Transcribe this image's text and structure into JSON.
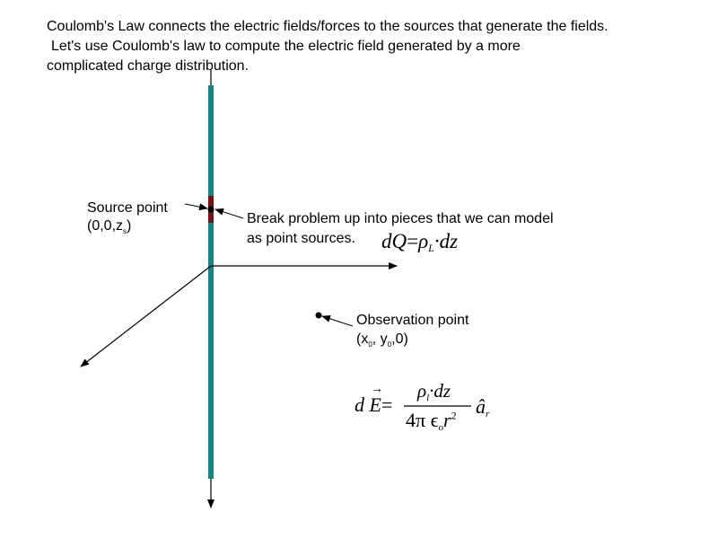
{
  "intro": {
    "line1": "Coulomb's Law connects the electric  fields/forces to the sources that generate the fields.",
    "line2": "Let's use Coulomb's law to compute the electric field generated by a more",
    "line3": "complicated charge distribution."
  },
  "source": {
    "label": "Source point",
    "coord_prefix": "(0,0,z",
    "coord_sub": "s",
    "coord_suffix": ")"
  },
  "break": {
    "line1": "Break problem up into pieces that we can model",
    "line2": "as point sources."
  },
  "dq_formula": {
    "lhs": "dQ",
    "eq": "=",
    "rho": "ρ",
    "rho_sub": "L",
    "rhs": "·dz"
  },
  "observation": {
    "label": "Observation point",
    "x": "(x",
    "x_sub": "0",
    "y": ", y",
    "y_sub": "0",
    "rest": ",0)"
  },
  "de_formula": {
    "lhs": "d E",
    "arrow": "→",
    "eq": "=",
    "num": "ρ",
    "num_sub": "l",
    "num_rest": "·dz",
    "den": "4π ϵ",
    "den_sub": "o",
    "den_r": "r",
    "den_sup": "2",
    "unit": "â",
    "unit_sub": "r"
  },
  "colors": {
    "line_charge": "#158580",
    "source_segment": "#7a1010"
  }
}
